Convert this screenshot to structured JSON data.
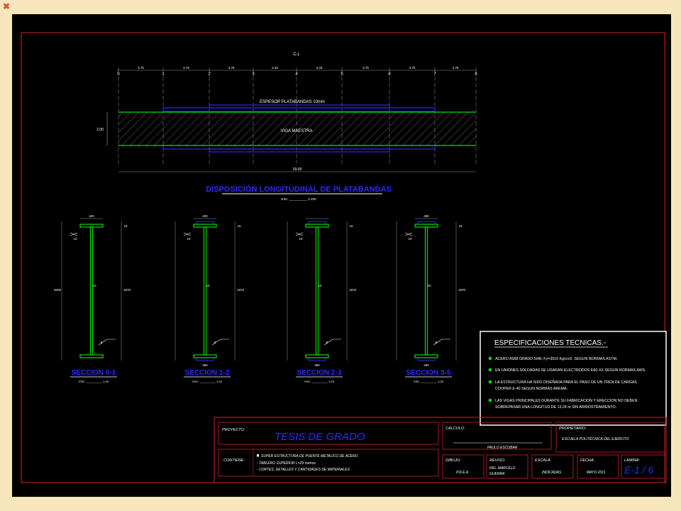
{
  "slide": {
    "bullet": "✖"
  },
  "elevation": {
    "centerline": "C.L",
    "axes": [
      "0",
      "1",
      "2",
      "3",
      "4",
      "5",
      "6",
      "7",
      "8"
    ],
    "spans": [
      "3.75",
      "3.75",
      "3.75",
      "3.33",
      "3.33",
      "3.75",
      "3.75",
      "3.75"
    ],
    "height_label": "2.00",
    "total_length": "29.00",
    "plate_label": "ESPESOR PLATABANDAS 10mm",
    "beam_label": "VIGA MAESTRA",
    "title": "DISPOSICIÓN LONGITUDINAL DE PLATABANDAS",
    "scale": "ESC. __________ 1:100"
  },
  "sections": [
    {
      "title": "SECCION 0-1",
      "scale": "ESC. __________ 1:25",
      "top_width": "400",
      "height": "2000",
      "inner_height": "1970",
      "web": "10",
      "flange": "16",
      "weld": "8",
      "bottom_width": ""
    },
    {
      "title": "SECCION 1-2",
      "scale": "ESC. __________ 1:25",
      "top_width": "400",
      "height": "",
      "inner_height": "1970",
      "web": "10",
      "flange": "16",
      "weld": "8",
      "bottom_width": "350"
    },
    {
      "title": "SECCION 2-3",
      "scale": "ESC. __________ 1:25",
      "top_width": "",
      "height": "",
      "inner_height": "1970",
      "web": "10",
      "flange": "16",
      "weld": "8",
      "bottom_width": "350"
    },
    {
      "title": "SECCION 3-5",
      "scale": "ESC. __________ 1:25",
      "top_width": "400",
      "height": "",
      "inner_height": "1970",
      "web": "10",
      "flange": "16",
      "weld": "8",
      "bottom_width": "350"
    }
  ],
  "specs": {
    "title": "ESPECIFICACIONES TECNICAS.-",
    "items": [
      [
        "ACERO A588 GRADO 50W, Fy=3515 Kg/cm2, SEGUN NORMAS ASTM."
      ],
      [
        "EN UNIONES SOLDADAS SE USARAN ELECTRODOS E60-XX SEGUN NORMAS AWS."
      ],
      [
        "LA ESTRUCTURA HA SIDO DISEÑADA PARA EL PASO DE UN TREN DE CARGAS",
        "COOPER E-40 SEGUN NORMAS AREMA."
      ],
      [
        "LAS VIGAS PRINCIPALES DURANTE SU FABRICACION Y ERECCION NO DEBEN",
        "SOBREPASAR UNA LONGITUD DE 13.24 m SIN ARRIOSTRAMIENTO."
      ]
    ]
  },
  "titleblock": {
    "proyecto_label": "PROYECTO:",
    "proyecto": "TESIS DE GRADO",
    "calculo_label": "CALCULO:",
    "calculo": "PAULO ESCOBAR",
    "propietario_label": "PROPIETARIO:",
    "propietario": "ESCUELA POLITÉCNICA DEL EJERCITO",
    "contiene_label": "CONTIENE:",
    "contiene": [
      "SUPER ESTRUCTURA DE PUENTE METALICO DE ACERO",
      "- TABLERO SUPERIOR L=29 metros",
      "- CORTES, DETALLES Y CANTIDADES DE MATERIALES"
    ],
    "dibujo_label": "DIBUJO:",
    "dibujo": "P.R.E.A",
    "reviso_label": "REVISO:",
    "reviso": [
      "ING. MARCELO",
      "GUERRA"
    ],
    "escala_label": "ESCALA:",
    "escala": "INDICADAS",
    "fecha_label": "FECHA:",
    "fecha": "MAYO 2011",
    "lamina_label": "LAMINA:",
    "lamina": "E-1 / 6"
  },
  "colors": {
    "green": "#00e000",
    "blue": "#2a2aff",
    "white": "#ffffff",
    "red": "#d22222",
    "yellow": "#e8e800",
    "grey": "#9a9a9a"
  }
}
